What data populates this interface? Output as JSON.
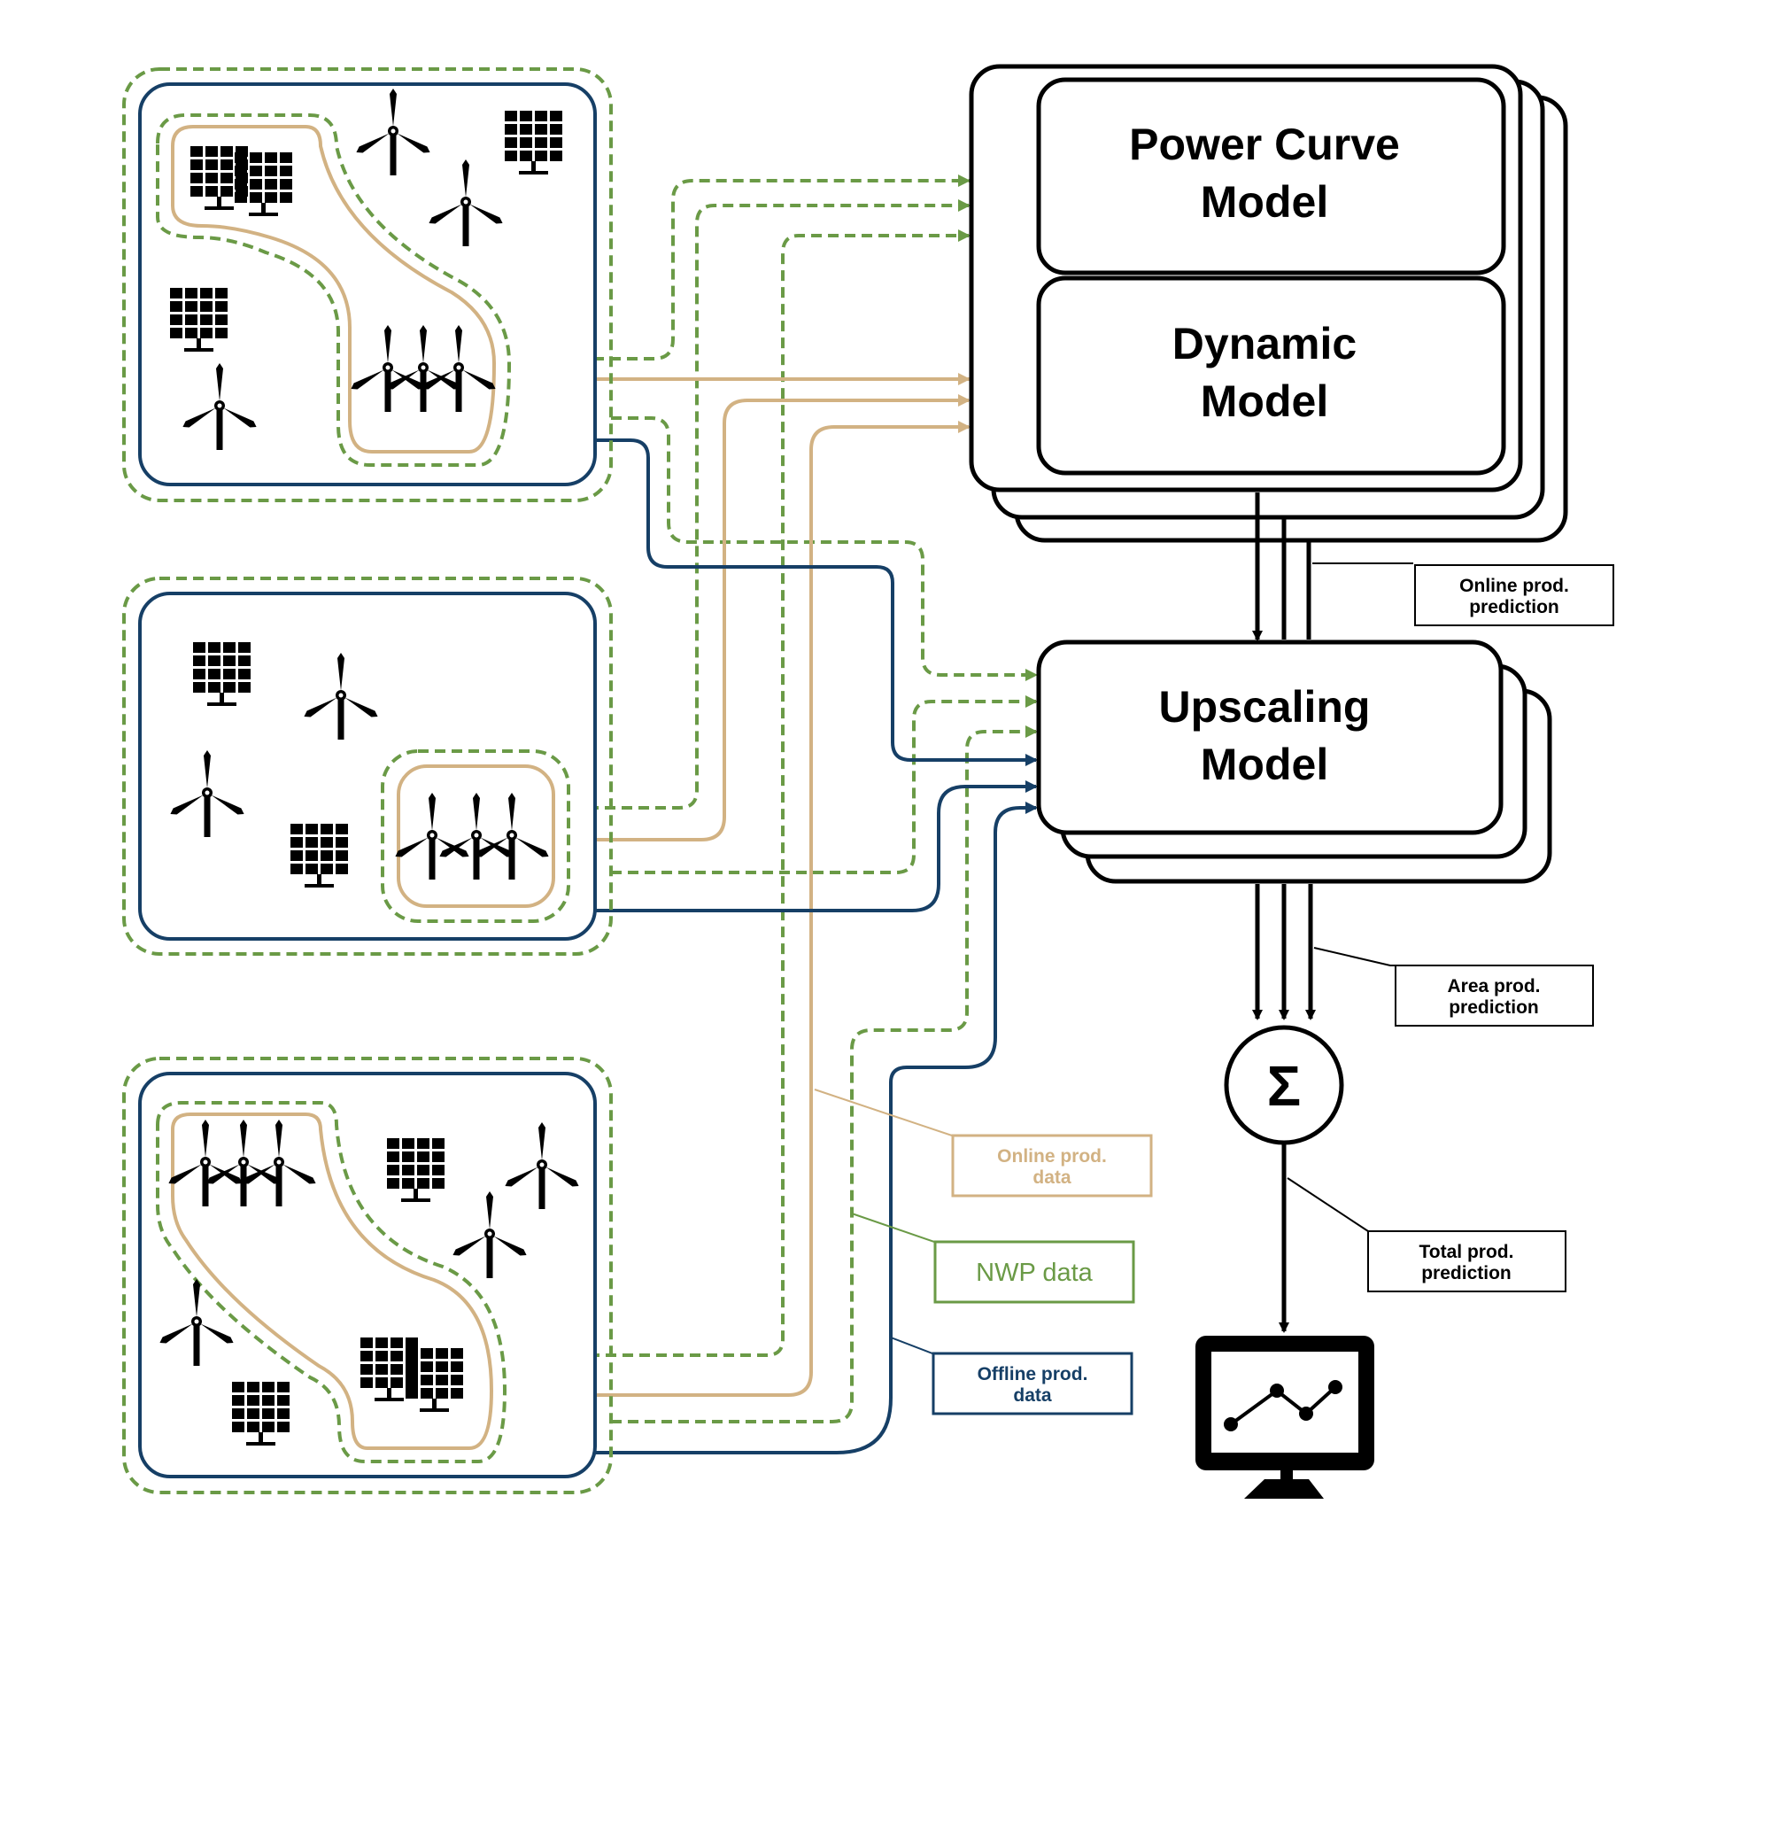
{
  "colors": {
    "online": "#D2B283",
    "nwp": "#6A9A46",
    "offline": "#163F66",
    "ink": "#000000"
  },
  "models": {
    "power_curve": {
      "line1": "Power Curve",
      "line2": "Model"
    },
    "dynamic": {
      "line1": "Dynamic",
      "line2": "Model"
    },
    "upscaling": {
      "line1": "Upscaling",
      "line2": "Model"
    }
  },
  "labels": {
    "online_prediction": {
      "line1": "Online prod.",
      "line2": "prediction"
    },
    "area_prediction": {
      "line1": "Area prod.",
      "line2": "prediction"
    },
    "total_prediction": {
      "line1": "Total prod.",
      "line2": "prediction"
    },
    "online_data": {
      "line1": "Online prod.",
      "line2": "data"
    },
    "nwp_data": {
      "line1": "NWP data"
    },
    "offline_data": {
      "line1": "Offline prod.",
      "line2": "data"
    }
  },
  "sum_symbol": "Σ",
  "icons": {
    "wind": "wind-turbine-icon",
    "solar": "solar-panel-icon",
    "monitor": "monitor-chart-icon"
  }
}
